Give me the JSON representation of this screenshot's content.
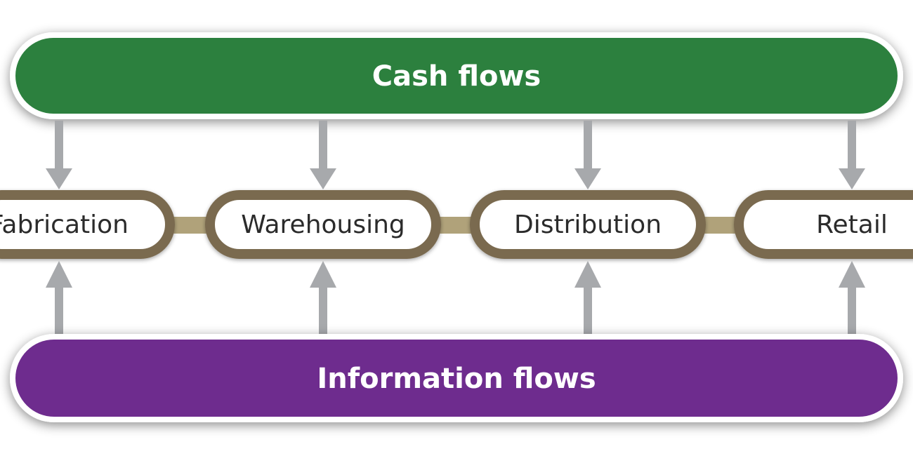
{
  "top_banner": {
    "label": "Cash flows",
    "color": "#2c803e"
  },
  "bottom_banner": {
    "label": "Information flows",
    "color": "#6e2c8e"
  },
  "chain": {
    "nodes": [
      {
        "label": "Fabrication"
      },
      {
        "label": "Warehousing"
      },
      {
        "label": "Distribution"
      },
      {
        "label": "Retail"
      }
    ],
    "link_color": "#b0a27a",
    "border_color": "#7a6a4f"
  },
  "arrow_color": "#a7a9ac"
}
